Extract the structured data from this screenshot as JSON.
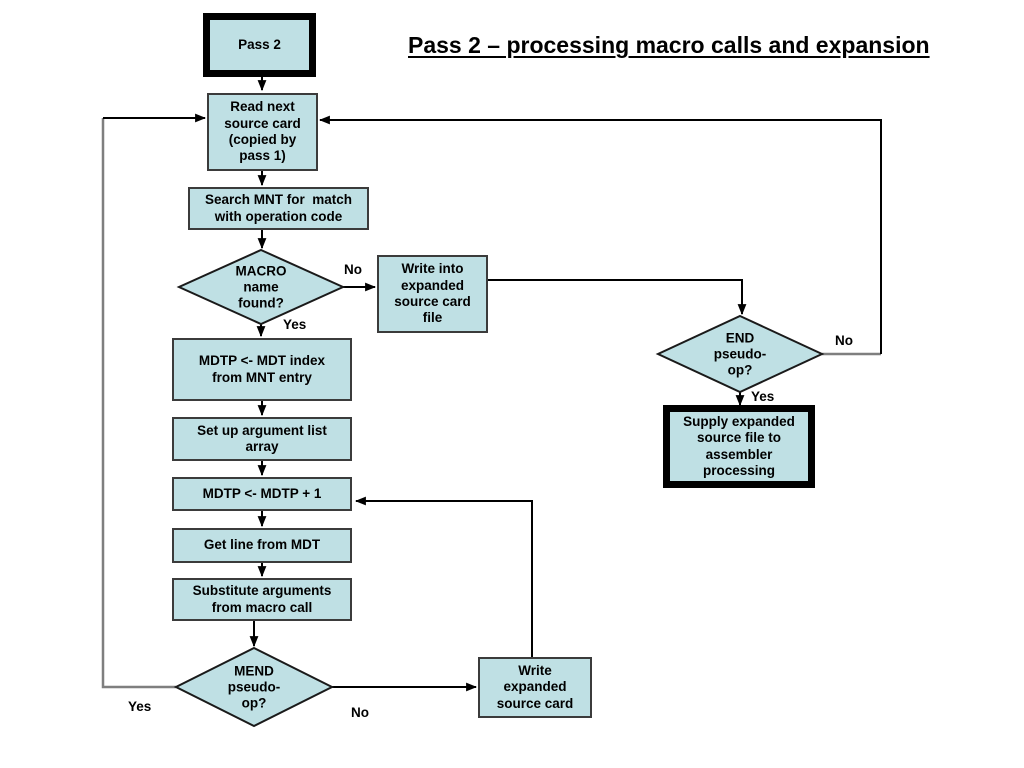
{
  "title": "Pass 2 – processing macro calls and expansion",
  "nodes": {
    "pass2": {
      "label": "Pass 2"
    },
    "read_next": {
      "label": "Read next\nsource card\n(copied by\npass 1)"
    },
    "search_mnt": {
      "label": "Search MNT for  match\nwith operation code"
    },
    "macro_found": {
      "label": "MACRO\nname\nfound?"
    },
    "write_into": {
      "label": "Write into\nexpanded\nsource card\nfile"
    },
    "mdtp_index": {
      "label": "MDTP <- MDT index\nfrom MNT entry"
    },
    "setup_args": {
      "label": "Set up argument list\narray"
    },
    "mdtp_incr": {
      "label": "MDTP <- MDTP + 1"
    },
    "get_line": {
      "label": "Get line from MDT"
    },
    "substitute": {
      "label": "Substitute arguments\nfrom macro call"
    },
    "mend": {
      "label": "MEND\npseudo-\nop?"
    },
    "write_expanded": {
      "label": "Write\nexpanded\nsource card"
    },
    "end_check": {
      "label": "END\npseudo-\nop?"
    },
    "supply": {
      "label": "Supply expanded\nsource file to\nassembler\nprocessing"
    }
  },
  "edge_labels": {
    "macro_no": "No",
    "macro_yes": "Yes",
    "mend_yes": "Yes",
    "mend_no": "No",
    "end_no": "No",
    "end_yes": "Yes"
  },
  "colors": {
    "node_fill": "#bfe0e4",
    "node_border": "#3b3b3b",
    "diamond_border": "#1a1a1a",
    "thick_border": "#000000",
    "line": "#000000",
    "line_gray": "#7f7f7f"
  }
}
